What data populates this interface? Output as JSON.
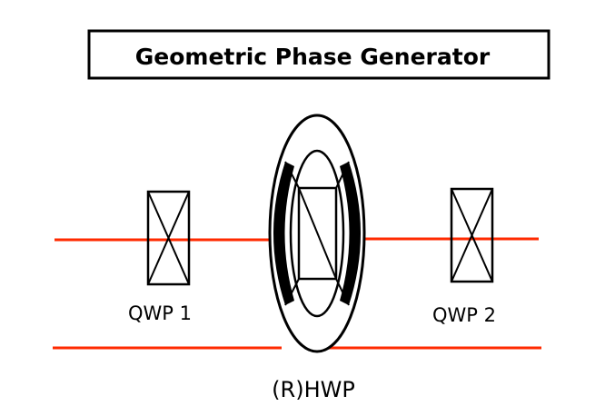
{
  "title": "Geometric Phase Generator",
  "components": {
    "qwp1": {
      "label": "QWP 1"
    },
    "hwp": {
      "label": "(R)HWP"
    },
    "qwp2": {
      "label": "QWP 2"
    }
  },
  "colors": {
    "beam": "#ff2a00",
    "outline": "#000000",
    "background": "#ffffff"
  }
}
